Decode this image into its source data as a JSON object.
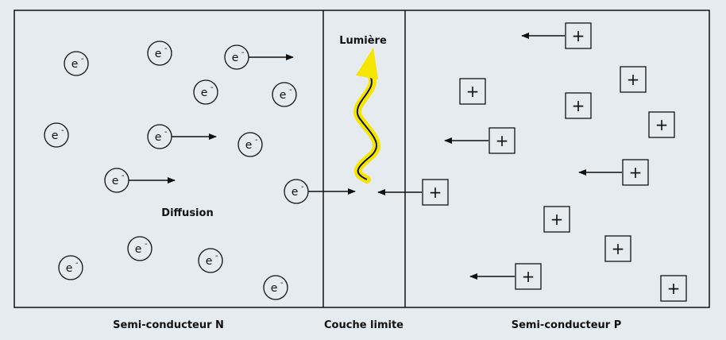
{
  "labels": {
    "light": "Lumière",
    "diffusion": "Diffusion",
    "region_n": "Semi-conducteur N",
    "region_boundary": "Couche limite",
    "region_p": "Semi-conducteur P"
  },
  "symbols": {
    "electron_base": "e",
    "electron_sup": "-",
    "hole": "+"
  },
  "colors": {
    "background": "#e6ebef",
    "light_wave": "#f5e600",
    "stroke": "#111111"
  }
}
